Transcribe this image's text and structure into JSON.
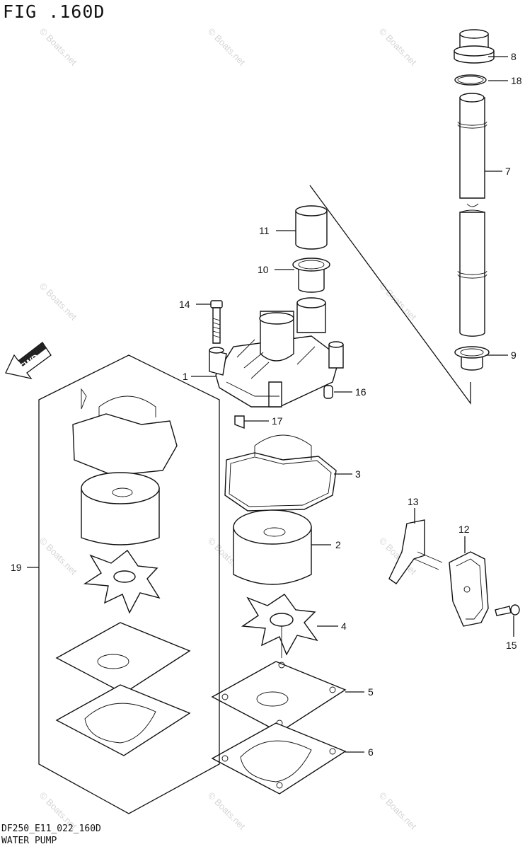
{
  "figure": {
    "title": "FIG .160D",
    "code": "DF250_E11_022_160D",
    "caption": "WATER PUMP"
  },
  "watermark": "© Boats.net",
  "fwd_label": "FWD",
  "callouts": {
    "p1": "1",
    "p2": "2",
    "p3": "3",
    "p4": "4",
    "p5": "5",
    "p6": "6",
    "p7": "7",
    "p8": "8",
    "p9": "9",
    "p10": "10",
    "p11": "11",
    "p12": "12",
    "p13": "13",
    "p14": "14",
    "p15": "15",
    "p16": "16",
    "p17": "17",
    "p18": "18",
    "p19": "19"
  },
  "colors": {
    "line": "#111111",
    "watermark": "#d6d6d6",
    "background": "#ffffff"
  }
}
